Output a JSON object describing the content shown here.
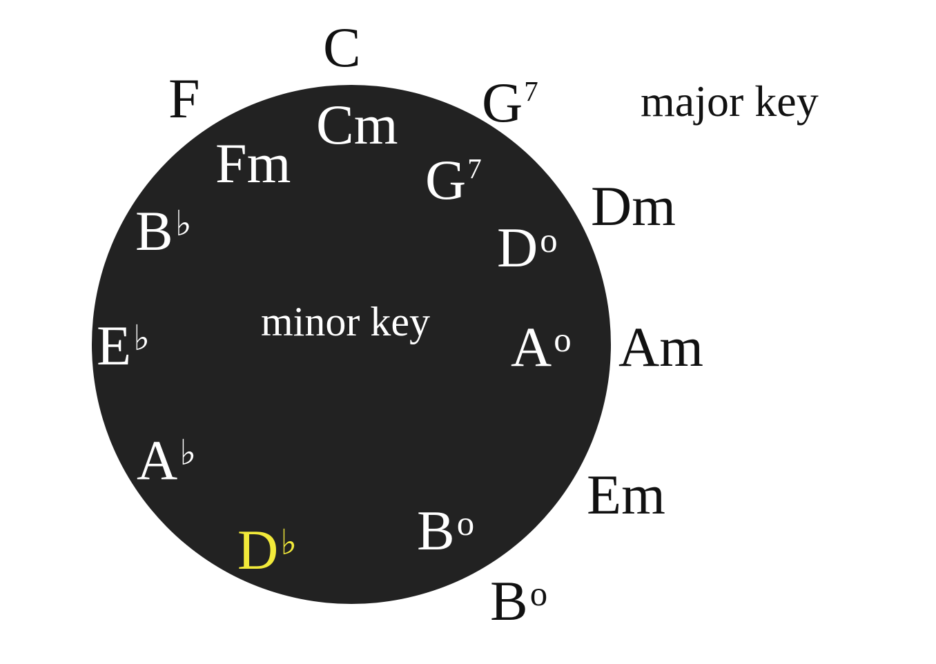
{
  "colors": {
    "background": "#ffffff",
    "disc": "#222222",
    "outer_text": "#111111",
    "inner_text": "#ffffff",
    "highlight": "#f2ea3a"
  },
  "major_key": {
    "label": "major key",
    "chords": [
      {
        "id": "c",
        "root": "C",
        "mod": ""
      },
      {
        "id": "g7",
        "root": "G",
        "sup": "7"
      },
      {
        "id": "dm",
        "root": "Dm",
        "mod": ""
      },
      {
        "id": "am",
        "root": "Am",
        "mod": ""
      },
      {
        "id": "em",
        "root": "Em",
        "mod": ""
      },
      {
        "id": "bdim",
        "root": "B",
        "mod": "o"
      },
      {
        "id": "f",
        "root": "F",
        "mod": ""
      }
    ]
  },
  "minor_key": {
    "label": "minor key",
    "chords": [
      {
        "id": "cm",
        "root": "Cm",
        "mod": ""
      },
      {
        "id": "g7",
        "root": "G",
        "sup": "7"
      },
      {
        "id": "ddim",
        "root": "D",
        "mod": "o"
      },
      {
        "id": "adim",
        "root": "A",
        "mod": "o"
      },
      {
        "id": "bdim",
        "root": "B",
        "mod": "o"
      },
      {
        "id": "dflat",
        "root": "D",
        "mod": "♭",
        "highlighted": true
      },
      {
        "id": "aflat",
        "root": "A",
        "mod": "♭"
      },
      {
        "id": "eflat",
        "root": "E",
        "mod": "♭"
      },
      {
        "id": "bflat",
        "root": "B",
        "mod": "♭"
      },
      {
        "id": "fm",
        "root": "Fm",
        "mod": ""
      }
    ]
  }
}
